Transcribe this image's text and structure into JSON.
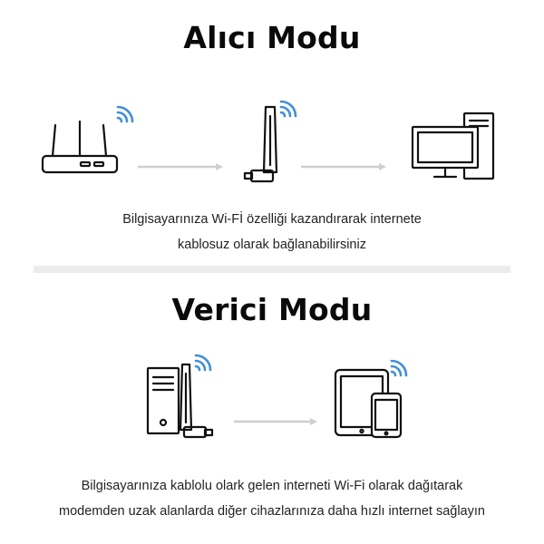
{
  "receiver": {
    "title": "Alıcı Modu",
    "caption_line1": "Bilgisayarınıza Wi-Fİ özelliği kazandırarak internete",
    "caption_line2": "kablosuz olarak bağlanabilirsiniz",
    "icons": [
      "router-icon",
      "usb-wifi-adapter-icon",
      "desktop-computer-icon"
    ]
  },
  "transmitter": {
    "title": "Verici Modu",
    "caption_line1": "Bilgisayarınıza kablolu olark gelen interneti Wi-Fi olarak dağıtarak",
    "caption_line2": "modemden uzak alanlarda diğer cihazlarınıza daha hızlı internet sağlayın",
    "icons": [
      "pc-tower-with-adapter-icon",
      "tablet-and-phone-icon"
    ]
  },
  "colors": {
    "wifi_signal": "#3f8fd8",
    "arrow": "#cfcfcf",
    "divider": "#ececec",
    "line_art": "#111111"
  }
}
